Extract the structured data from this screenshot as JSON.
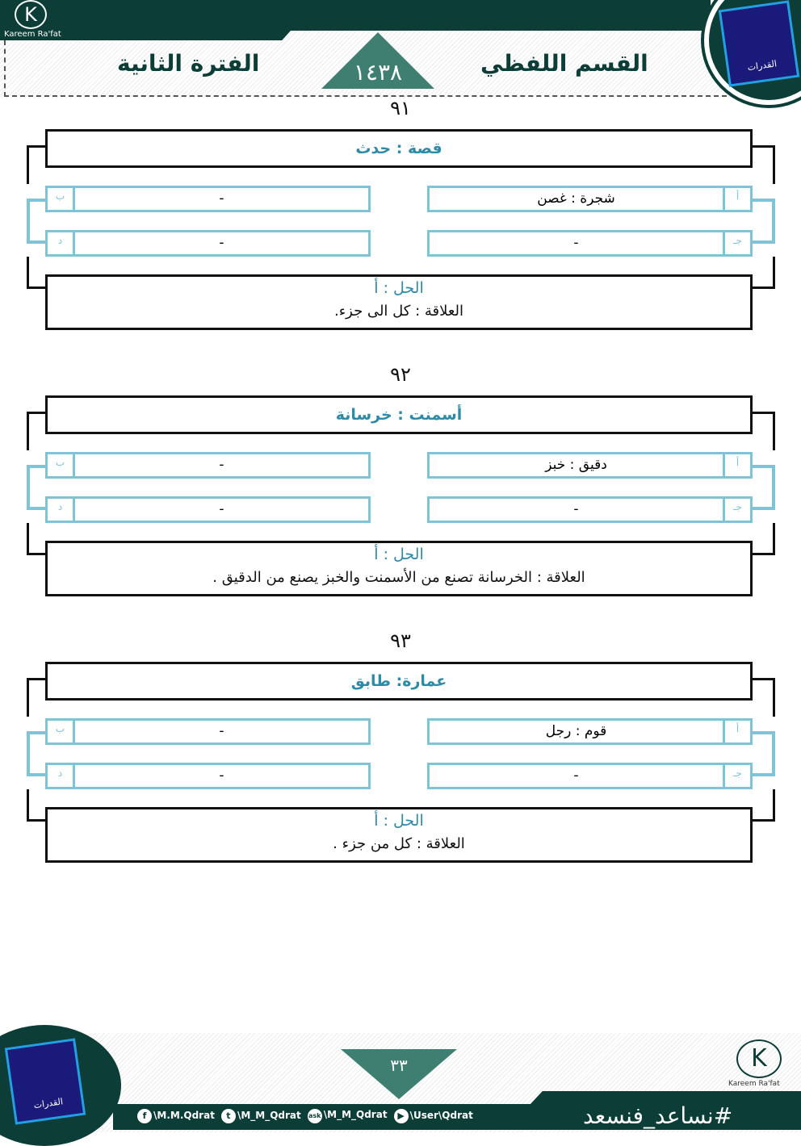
{
  "header": {
    "brand": "Kareem Ra'fat",
    "section_title": "القسم اللفظي",
    "year": "١٤٣٨",
    "period": "الفترة الثانية",
    "emblem_text": "القدرات"
  },
  "questions": [
    {
      "number": "٩١",
      "stem": "قصة : حدث",
      "options": [
        {
          "letter": "أ",
          "text": "شجرة : غصن"
        },
        {
          "letter": "ب",
          "text": "-"
        },
        {
          "letter": "جـ",
          "text": "-"
        },
        {
          "letter": "د",
          "text": "-"
        }
      ],
      "solution": "الحل : أ",
      "relation": "العلاقة : كل الى جزء."
    },
    {
      "number": "٩٢",
      "stem": "أسمنت : خرسانة",
      "options": [
        {
          "letter": "أ",
          "text": "دقيق : خبز"
        },
        {
          "letter": "ب",
          "text": "-"
        },
        {
          "letter": "جـ",
          "text": "-"
        },
        {
          "letter": "د",
          "text": "-"
        }
      ],
      "solution": "الحل : أ",
      "relation": "العلاقة : الخرسانة تصنع من الأسمنت والخبز يصنع من الدقيق ."
    },
    {
      "number": "٩٣",
      "stem": "عمارة: طابق",
      "options": [
        {
          "letter": "أ",
          "text": "قوم : رجل"
        },
        {
          "letter": "ب",
          "text": "-"
        },
        {
          "letter": "جـ",
          "text": "-"
        },
        {
          "letter": "د",
          "text": "-"
        }
      ],
      "solution": "الحل : أ",
      "relation": "العلاقة : كل من جزء ."
    }
  ],
  "footer": {
    "page_number": "٣٣",
    "brand": "Kareem Ra'fat",
    "emblem_text": "القدرات",
    "hashtag": "#نساعد_فنسعد",
    "social": [
      {
        "icon": "facebook-icon",
        "glyph": "f",
        "handle": "\\M.M.Qdrat"
      },
      {
        "icon": "twitter-icon",
        "glyph": "t",
        "handle": "\\M_M_Qdrat"
      },
      {
        "icon": "askfm-icon",
        "glyph": "ask",
        "handle": "\\M_M_Qdrat"
      },
      {
        "icon": "youtube-icon",
        "glyph": "▶",
        "handle": "\\User\\Qdrat"
      }
    ]
  }
}
